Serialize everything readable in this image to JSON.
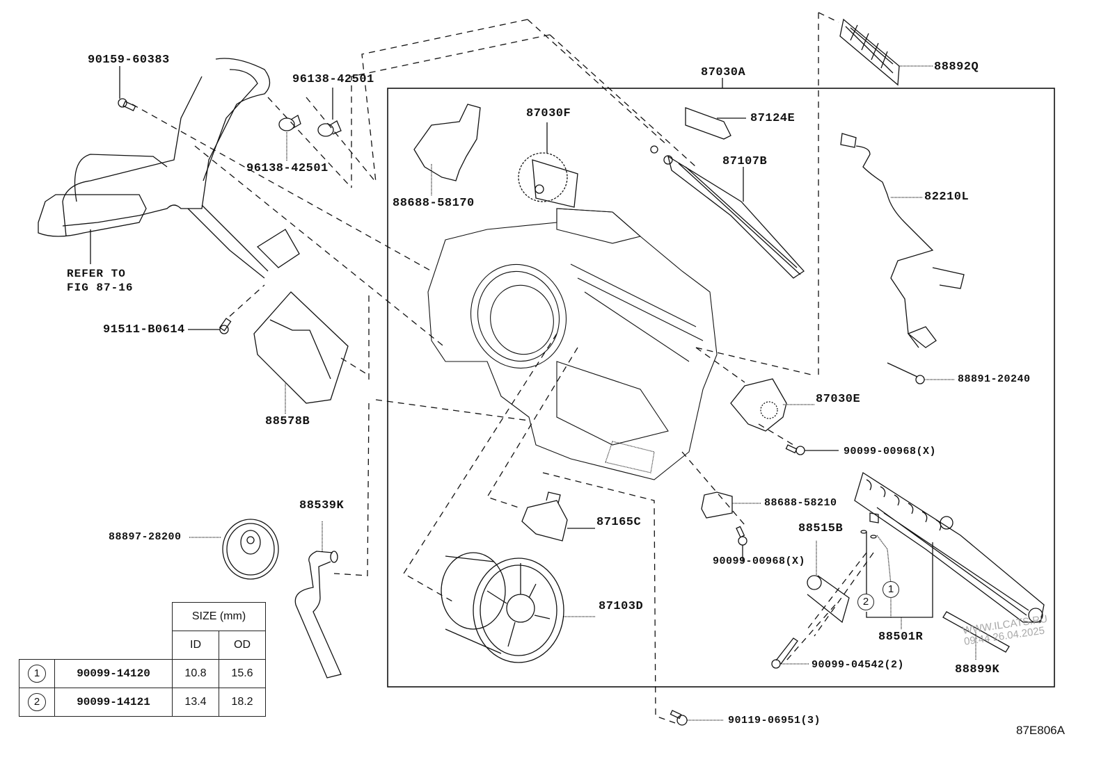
{
  "figure": {
    "id": "87E806A",
    "note": [
      "REFER TO",
      "FIG 87-16"
    ],
    "watermark": [
      "WWW.ILCATS.RU",
      "09:44 26.04.2025"
    ]
  },
  "parts": {
    "p90159_60383": "90159-60383",
    "p96138_42501_a": "96138-42501",
    "p96138_42501_b": "96138-42501",
    "p87030A": "87030A",
    "p88892Q": "88892Q",
    "p87030F": "87030F",
    "p87124E": "87124E",
    "p87107B": "87107B",
    "p88688_58170": "88688-58170",
    "p82210L": "82210L",
    "p91511_B0614": "91511-B0614",
    "p88578B": "88578B",
    "p88891_20240": "88891-20240",
    "p87030E": "87030E",
    "p90099_00968_a": "90099-00968(X)",
    "p88688_58210": "88688-58210",
    "p90099_00968_b": "90099-00968(X)",
    "p88539K": "88539K",
    "p87165C": "87165C",
    "p88897_28200": "88897-28200",
    "p88515B": "88515B",
    "p87103D": "87103D",
    "p88501R": "88501R",
    "p90099_04542": "90099-04542(2)",
    "p88899K": "88899K",
    "p90119_06951": "90119-06951(3)"
  },
  "callouts": [
    "1",
    "2"
  ],
  "size_table": {
    "header": "SIZE (mm)",
    "columns": [
      "ID",
      "OD"
    ],
    "rows": [
      {
        "key": "1",
        "part": "90099-14120",
        "id": "10.8",
        "od": "15.6"
      },
      {
        "key": "2",
        "part": "90099-14121",
        "id": "13.4",
        "od": "18.2"
      }
    ]
  }
}
